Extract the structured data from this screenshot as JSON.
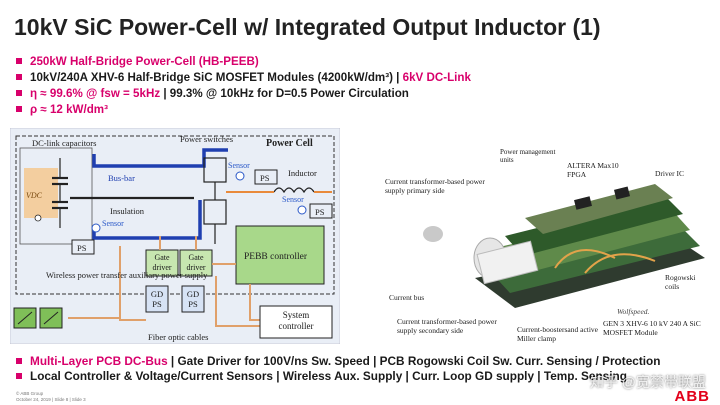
{
  "slide": {
    "title": "10kV SiC Power-Cell w/ Integrated Output Inductor (1)",
    "bullets": [
      {
        "parts": [
          {
            "t": "250kW",
            "c": "mag"
          },
          {
            "t": " Half-Bridge Power-Cell (HB-PEEB)",
            "c": "mag"
          }
        ]
      },
      {
        "parts": [
          {
            "t": "10kV/240A XHV-6 Half-Bridge SiC MOSFET Modules (4200kW/dm³)  | ",
            "c": ""
          },
          {
            "t": "6kV DC-Link",
            "c": "mag"
          }
        ]
      },
      {
        "parts": [
          {
            "t": "η ≈ 99.6% @ fsw = 5kHz",
            "c": "mag"
          },
          {
            "t": " | 99.3% @ 10kHz for D=0.5 Power Circulation",
            "c": ""
          }
        ]
      },
      {
        "parts": [
          {
            "t": "ρ ≈ 12 kW/dm³",
            "c": "mag"
          }
        ]
      }
    ],
    "bottom_bullets": [
      {
        "parts": [
          {
            "t": "Multi-Layer PCB DC-Bus",
            "c": "mag"
          },
          {
            "t": " | Gate Driver for 100V/ns Sw. Speed  | PCB Rogowski Coil Sw. Curr. Sensing / Protection",
            "c": ""
          }
        ]
      },
      {
        "parts": [
          {
            "t": "Local Controller & Voltage/Current Sensors | Wireless Aux. Supply | Curr. Loop GD supply | Temp. Sensing",
            "c": ""
          }
        ]
      }
    ],
    "footer_line1": "© ABB Group",
    "footer_line2": "October 24, 2019 | Slide 8 | Slide 3",
    "logo": "ABB",
    "watermark": "知乎 @宽禁带联盟"
  },
  "diagram": {
    "labels": {
      "dc_link": "DC-link capacitors",
      "power_switches": "Power switches",
      "power_cell": "Power Cell",
      "bus_bar": "Bus-bar",
      "vdc": "VDC",
      "sensor1": "Sensor",
      "sensor2": "Sensor",
      "sensor3": "Sensor",
      "inductor": "Inductor",
      "insulation": "Insulation",
      "ps1": "PS",
      "ps2": "PS",
      "ps3": "PS",
      "gate1": "Gate driver",
      "gate2": "Gate driver",
      "gdps1": "GD PS",
      "gdps2": "GD PS",
      "pebb": "PEBB controller",
      "wireless": "Wireless power transfer auxiliary power supply",
      "fiber": "Fiber optic cables",
      "system": "System controller"
    }
  },
  "photo": {
    "labels": {
      "pm_units": "Power management units",
      "altera": "ALTERA Max10 FPGA",
      "driver_ic": "Driver IC",
      "ct_primary": "Current transformer-based power supply primary side",
      "rogowski": "Rogowski coils",
      "current_bus": "Current bus",
      "ct_secondary": "Current transformer-based power supply secondary side",
      "boost": "Current-boostersand active Miller clamp",
      "wolfspeed": "Wolfspeed.",
      "gen3": "GEN 3 XHV-6 10 kV 240 A SiC MOSFET Module"
    }
  }
}
